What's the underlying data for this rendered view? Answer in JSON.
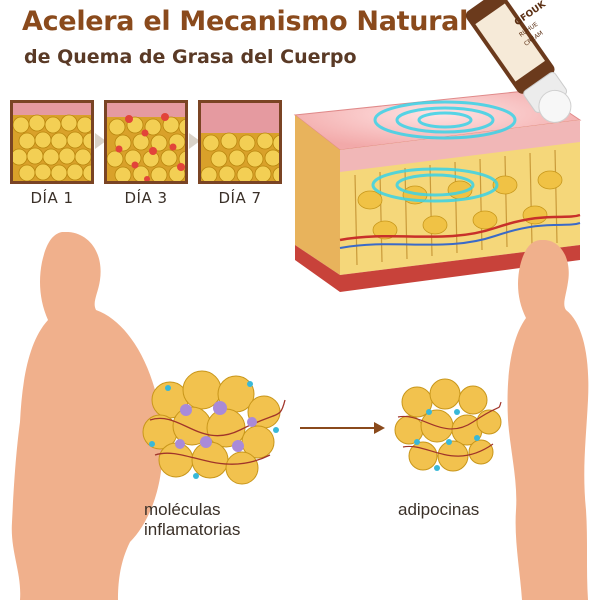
{
  "header": {
    "title": "Acelera el Mecanismo Natural",
    "subtitle": "de Quema de Grasa del Cuerpo"
  },
  "timeline": {
    "days": [
      {
        "label": "DÍA 1"
      },
      {
        "label": "DÍA 3"
      },
      {
        "label": "DÍA 7"
      }
    ]
  },
  "product": {
    "brand": "GFOUK",
    "label_line1": "RUHUE",
    "label_line2": "CREAM"
  },
  "diagram": {
    "left_caption_line1": "moléculas",
    "left_caption_line2": "inflamatorias",
    "right_caption": "adipocinas"
  },
  "colors": {
    "title": "#8a4a1c",
    "body_silhouette": "#f0b08c",
    "fat_cell": "#f2c24e",
    "panel_border": "#7a4424"
  }
}
